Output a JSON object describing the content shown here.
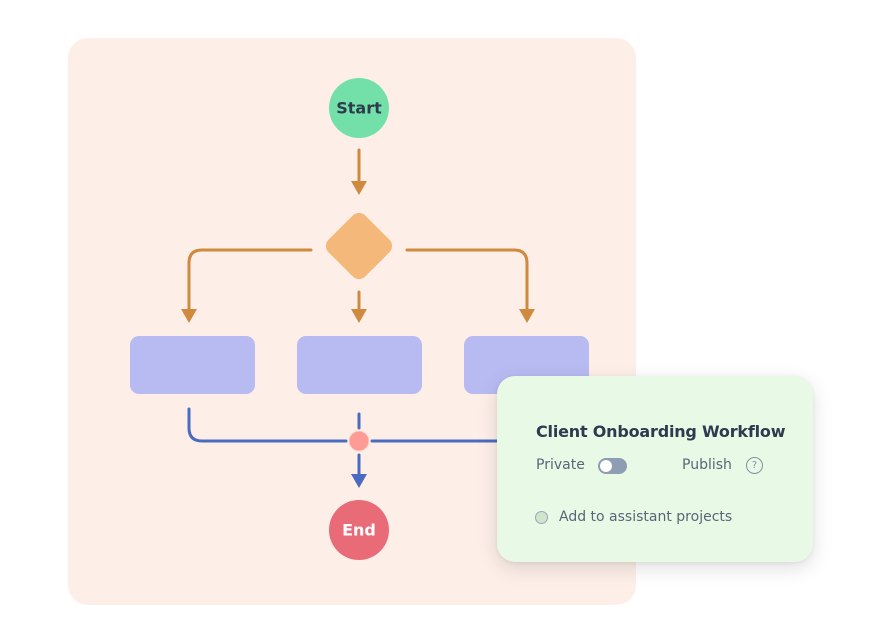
{
  "diagram": {
    "nodes": {
      "start": {
        "label": "Start",
        "color": "#72e0a8",
        "text_color": "#2e3a4e"
      },
      "decision": {
        "label": "",
        "color": "#f4b87a"
      },
      "process_left": {
        "label": "",
        "color": "#b7bbf1"
      },
      "process_middle": {
        "label": "",
        "color": "#b7bbf1"
      },
      "process_right": {
        "label": "",
        "color": "#b7bbf1"
      },
      "merge": {
        "label": "",
        "color": "#ff9b95"
      },
      "end": {
        "label": "End",
        "color": "#ea6b78",
        "text_color": "#ffffff"
      }
    },
    "colors": {
      "canvas_bg": "#fdefe8",
      "top_connector": "#d08a40",
      "bottom_connector": "#4a6cc0"
    }
  },
  "card": {
    "title": "Client Onboarding Workflow",
    "private_label": "Private",
    "toggle_on": false,
    "publish_label": "Publish",
    "help_glyph": "?",
    "assistant_label": "Add to assistant projects",
    "assistant_checked": false,
    "bg_color": "#e8f9e6"
  }
}
